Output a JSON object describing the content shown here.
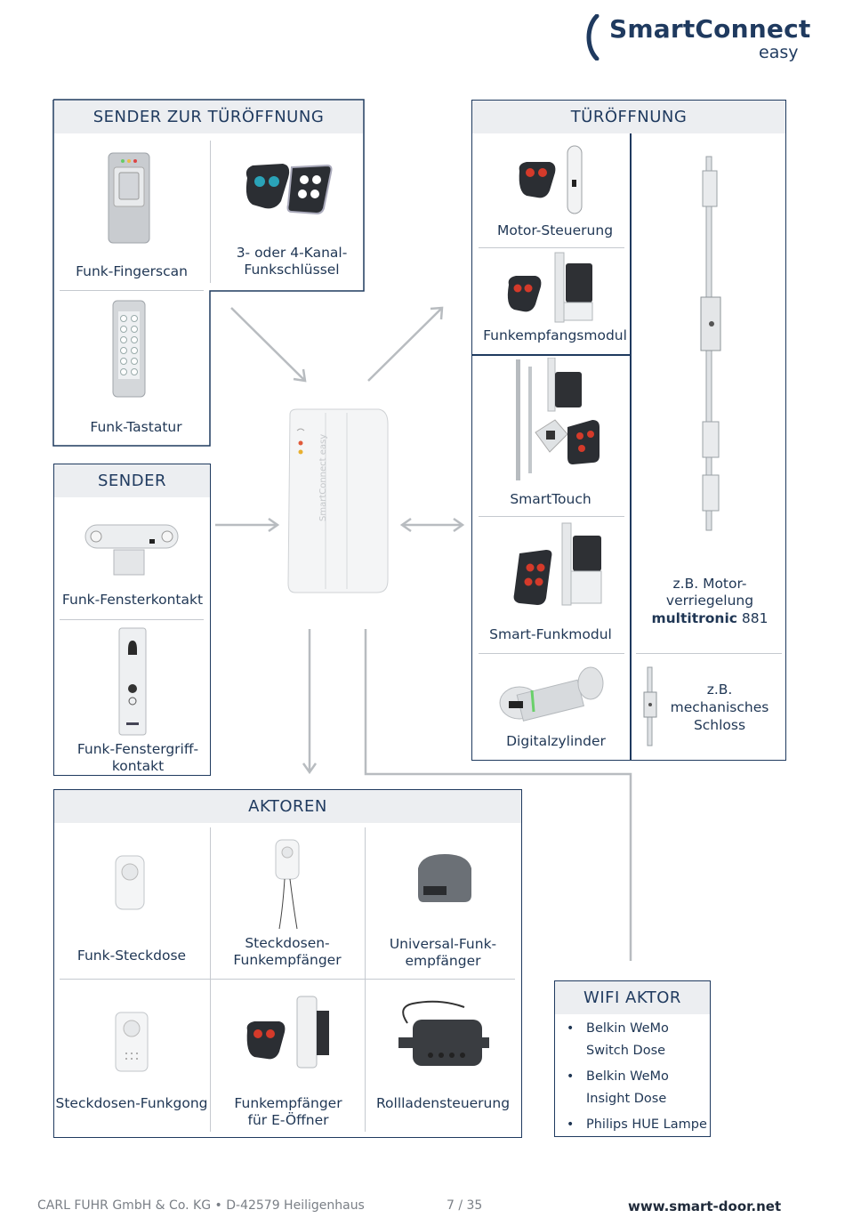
{
  "logo": {
    "brand": "SmartConnect",
    "sub": "easy"
  },
  "center_device_text": "SmartConnect easy",
  "sections": {
    "sender_door": {
      "title": "SENDER ZUR TÜRÖFFNUNG",
      "items": [
        "Funk-Fingerscan",
        "3- oder 4-Kanal-",
        "Funkschlüssel",
        "Funk-Tastatur"
      ]
    },
    "sender": {
      "title": "SENDER",
      "items": [
        "Funk-Fensterkontakt",
        "Funk-Fenstergriff-",
        "kontakt"
      ]
    },
    "door_opening": {
      "title": "TÜRÖFFNUNG",
      "items": [
        "Motor-Steuerung",
        "Funkempfangsmodul",
        "SmartTouch",
        "Smart-Funkmodul",
        "Digitalzylinder"
      ],
      "motor_lock": [
        "z.B. Motor-",
        "verriegelung",
        "multitronic",
        "881"
      ],
      "mech_lock": [
        "z.B.",
        "mechanisches",
        "Schloss"
      ]
    },
    "actuators": {
      "title": "AKTOREN",
      "items": [
        "Funk-Steckdose",
        "Steckdosen-",
        "Funkempfänger",
        "Universal-Funk-",
        "empfänger",
        "Steckdosen-Funkgong",
        "Funkempfänger",
        "für E-Öffner",
        "Rollladensteuerung"
      ]
    },
    "wifi": {
      "title": "WIFI AKTOR",
      "bullets": [
        [
          "Belkin WeMo",
          "Switch Dose"
        ],
        [
          "Belkin WeMo",
          "Insight Dose"
        ],
        [
          "Philips HUE Lampe"
        ]
      ]
    }
  },
  "footer": {
    "company": "CARL FUHR GmbH & Co. KG • D-42579 Heiligenhaus",
    "page": "7 / 35",
    "website": "www.smart-door.net"
  }
}
